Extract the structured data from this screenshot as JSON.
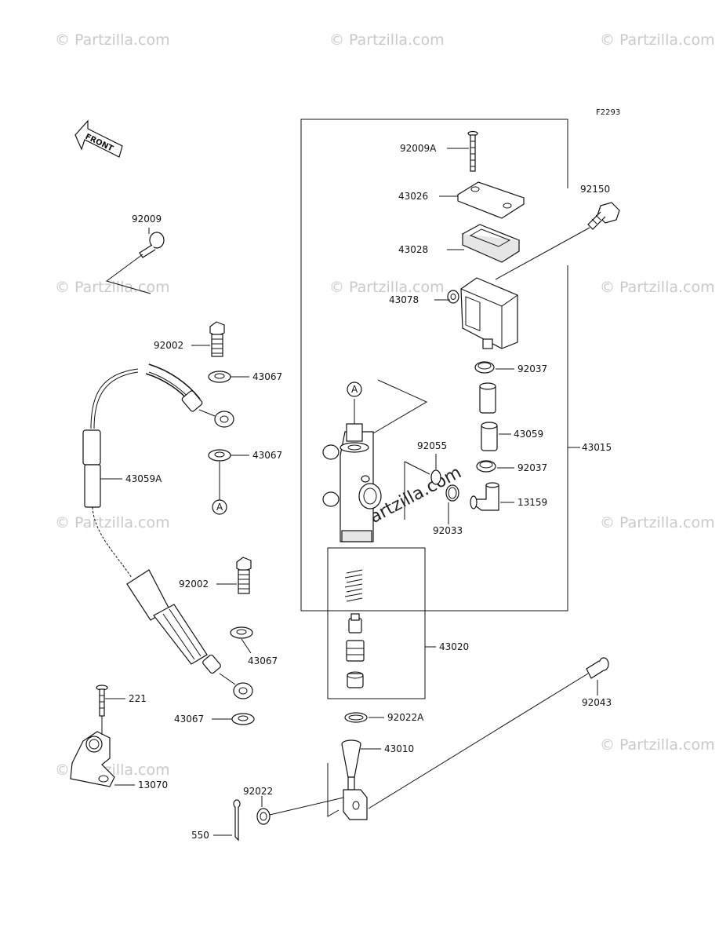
{
  "figure_code": "F2293",
  "front_label": "FRONT",
  "watermark_text": "© Partzilla.com",
  "center_watermark": "© Partzilla.com",
  "ref_marker": "A",
  "parts": {
    "p92009A": "92009A",
    "p43026": "43026",
    "p43028": "43028",
    "p43078": "43078",
    "p92150": "92150",
    "p92037a": "92037",
    "p43059": "43059",
    "p92037b": "92037",
    "p13159": "13159",
    "p43015": "43015",
    "p92055": "92055",
    "p92033": "92033",
    "p43020": "43020",
    "p92022A": "92022A",
    "p43010": "43010",
    "p92043": "92043",
    "p92022": "92022",
    "p550": "550",
    "p92009": "92009",
    "p92002a": "92002",
    "p43067a": "43067",
    "p43067b": "43067",
    "p43059A": "43059A",
    "p92002b": "92002",
    "p43067c": "43067",
    "p43067d": "43067",
    "p221": "221",
    "p13070": "13070"
  }
}
